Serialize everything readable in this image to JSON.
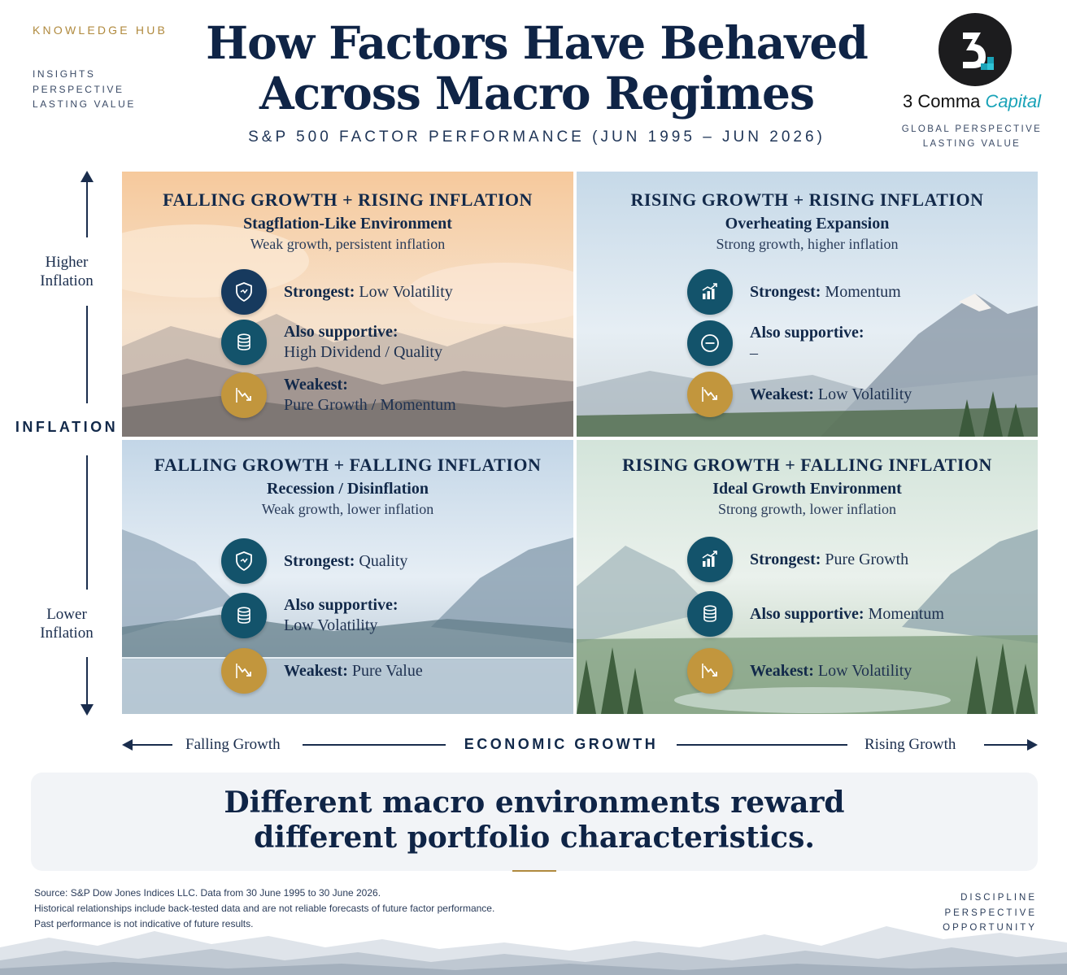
{
  "header": {
    "hub_title": "KNOWLEDGE HUB",
    "hub_lines": [
      "INSIGHTS",
      "PERSPECTIVE",
      "LASTING VALUE"
    ],
    "title_line1": "How Factors Have Behaved",
    "title_line2": "Across Macro Regimes",
    "subtitle": "S&P 500 FACTOR PERFORMANCE (JUN 1995 – JUN 2026)"
  },
  "brand": {
    "logo_glyph": "3",
    "name_part1": "3 Comma",
    "name_part2": "Capital",
    "tag_lines": [
      "GLOBAL PERSPECTIVE",
      "LASTING VALUE"
    ],
    "colors": {
      "logo_bg": "#1c1c1e",
      "accent": "#1aa3b8"
    }
  },
  "y_axis": {
    "title": "INFLATION",
    "top_label_line1": "Higher",
    "top_label_line2": "Inflation",
    "bottom_label_line1": "Lower",
    "bottom_label_line2": "Inflation"
  },
  "x_axis": {
    "title": "ECONOMIC GROWTH",
    "left_label": "Falling Growth",
    "right_label": "Rising Growth"
  },
  "quadrants": [
    {
      "heading": "FALLING GROWTH + RISING INFLATION",
      "subheading": "Stagflation-Like Environment",
      "description": "Weak growth, persistent inflation",
      "rows": [
        {
          "icon": "shield-icon",
          "label": "Strongest:",
          "value": "Low Volatility"
        },
        {
          "icon": "coins-icon",
          "label": "Also supportive:",
          "value": "High Dividend / Quality"
        },
        {
          "icon": "trend-down-icon",
          "label": "Weakest:",
          "value": "Pure Growth / Momentum"
        }
      ]
    },
    {
      "heading": "RISING GROWTH + RISING INFLATION",
      "subheading": "Overheating Expansion",
      "description": "Strong growth, higher inflation",
      "rows": [
        {
          "icon": "bar-chart-up-icon",
          "label": "Strongest:",
          "value": "Momentum"
        },
        {
          "icon": "minus-circle-icon",
          "label": "Also supportive:",
          "value": "–"
        },
        {
          "icon": "trend-down-icon",
          "label": "Weakest:",
          "value": "Low Volatility"
        }
      ]
    },
    {
      "heading": "FALLING GROWTH + FALLING INFLATION",
      "subheading": "Recession / Disinflation",
      "description": "Weak growth, lower inflation",
      "rows": [
        {
          "icon": "shield-icon",
          "label": "Strongest:",
          "value": "Quality"
        },
        {
          "icon": "coins-icon",
          "label": "Also supportive:",
          "value": "Low Volatility"
        },
        {
          "icon": "trend-down-icon",
          "label": "Weakest:",
          "value": "Pure Value"
        }
      ]
    },
    {
      "heading": "RISING GROWTH + FALLING INFLATION",
      "subheading": "Ideal Growth Environment",
      "description": "Strong growth, lower inflation",
      "rows": [
        {
          "icon": "bar-chart-up-icon",
          "label": "Strongest:",
          "value": "Pure Growth"
        },
        {
          "icon": "coins-icon",
          "label": "Also supportive:",
          "value": "Momentum"
        },
        {
          "icon": "trend-down-icon",
          "label": "Weakest:",
          "value": "Low Volatility"
        }
      ]
    }
  ],
  "takeaway": {
    "line1": "Different macro environments reward",
    "line2": "different portfolio characteristics."
  },
  "footer": {
    "source_lines": [
      "Source: S&P Dow Jones Indices LLC. Data from 30 June 1995 to 30 June 2026.",
      "Historical relationships include back-tested data and are not reliable forecasts of future factor performance.",
      "Past performance is not indicative of future results."
    ],
    "tag_lines": [
      "DISCIPLINE",
      "PERSPECTIVE",
      "OPPORTUNITY"
    ]
  },
  "colors": {
    "navy": "#12294a",
    "gold": "#b08a3e",
    "icon_teal": "#13536b",
    "icon_gold": "#c2963d",
    "q1_sky": "#f6cfa6",
    "q2_sky": "#c9dceb",
    "q3_sky": "#c5d8e8",
    "q4_sky": "#d6e6d9"
  }
}
